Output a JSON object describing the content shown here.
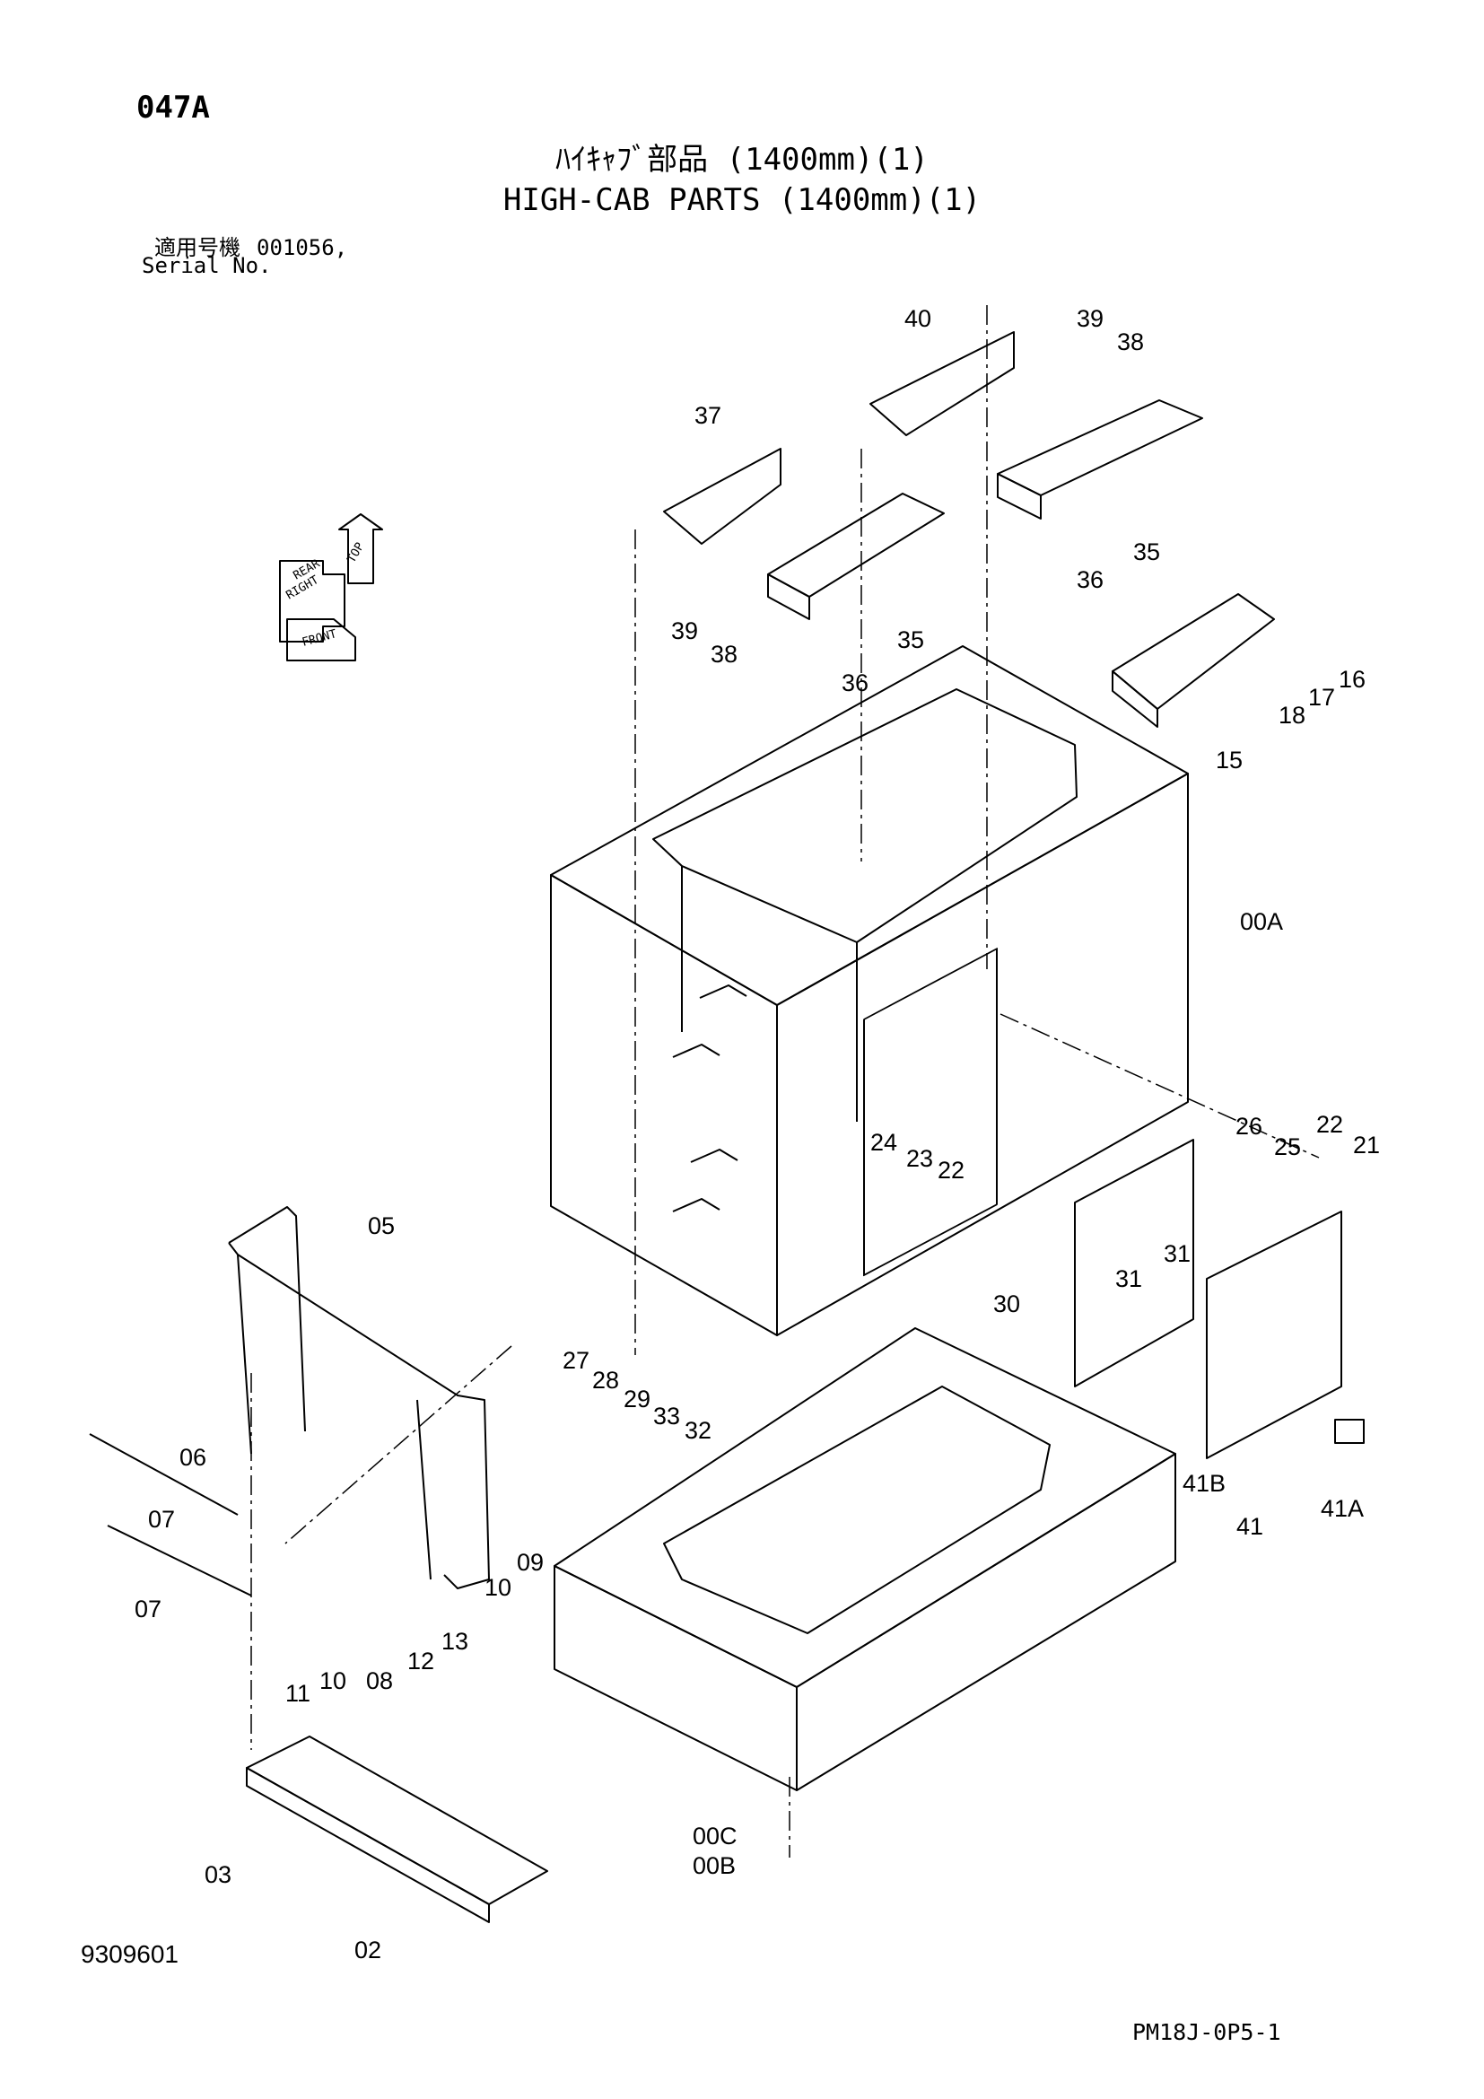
{
  "page_id": "047A",
  "title_jp": "ﾊｲｷｬﾌﾞ部品 (1400mm)(1)",
  "title_en": "HIGH-CAB PARTS (1400mm)(1)",
  "serial_label_jp": "適用号機",
  "serial_value": "001056,",
  "serial_label_en": "Serial No.",
  "drawing_number": "9309601",
  "page_code": "PM18J-0P5-1",
  "orientation_icon": {
    "labels": [
      "TOP",
      "REAR",
      "RIGHT",
      "FRONT"
    ]
  },
  "callouts": [
    {
      "id": "c40",
      "label": "40"
    },
    {
      "id": "c39a",
      "label": "39"
    },
    {
      "id": "c38a",
      "label": "38"
    },
    {
      "id": "c37",
      "label": "37"
    },
    {
      "id": "c35a",
      "label": "35"
    },
    {
      "id": "c36a",
      "label": "36"
    },
    {
      "id": "c39b",
      "label": "39"
    },
    {
      "id": "c38b",
      "label": "38"
    },
    {
      "id": "c35b",
      "label": "35"
    },
    {
      "id": "c36b",
      "label": "36"
    },
    {
      "id": "c16",
      "label": "16"
    },
    {
      "id": "c17",
      "label": "17"
    },
    {
      "id": "c18",
      "label": "18"
    },
    {
      "id": "c15",
      "label": "15"
    },
    {
      "id": "c00a",
      "label": "00A"
    },
    {
      "id": "c24",
      "label": "24"
    },
    {
      "id": "c23",
      "label": "23"
    },
    {
      "id": "c22a",
      "label": "22"
    },
    {
      "id": "c26",
      "label": "26"
    },
    {
      "id": "c25",
      "label": "25"
    },
    {
      "id": "c22b",
      "label": "22"
    },
    {
      "id": "c21",
      "label": "21"
    },
    {
      "id": "c31a",
      "label": "31"
    },
    {
      "id": "c31b",
      "label": "31"
    },
    {
      "id": "c30",
      "label": "30"
    },
    {
      "id": "c05",
      "label": "05"
    },
    {
      "id": "c27",
      "label": "27"
    },
    {
      "id": "c28",
      "label": "28"
    },
    {
      "id": "c29",
      "label": "29"
    },
    {
      "id": "c33",
      "label": "33"
    },
    {
      "id": "c32",
      "label": "32"
    },
    {
      "id": "c06",
      "label": "06"
    },
    {
      "id": "c07a",
      "label": "07"
    },
    {
      "id": "c07b",
      "label": "07"
    },
    {
      "id": "c09",
      "label": "09"
    },
    {
      "id": "c10a",
      "label": "10"
    },
    {
      "id": "c13",
      "label": "13"
    },
    {
      "id": "c12",
      "label": "12"
    },
    {
      "id": "c11",
      "label": "11"
    },
    {
      "id": "c10b",
      "label": "10"
    },
    {
      "id": "c08",
      "label": "08"
    },
    {
      "id": "c41b",
      "label": "41B"
    },
    {
      "id": "c41",
      "label": "41"
    },
    {
      "id": "c41a",
      "label": "41A"
    },
    {
      "id": "c03",
      "label": "03"
    },
    {
      "id": "c02",
      "label": "02"
    },
    {
      "id": "c00c",
      "label": "00C"
    },
    {
      "id": "c00b",
      "label": "00B"
    }
  ]
}
